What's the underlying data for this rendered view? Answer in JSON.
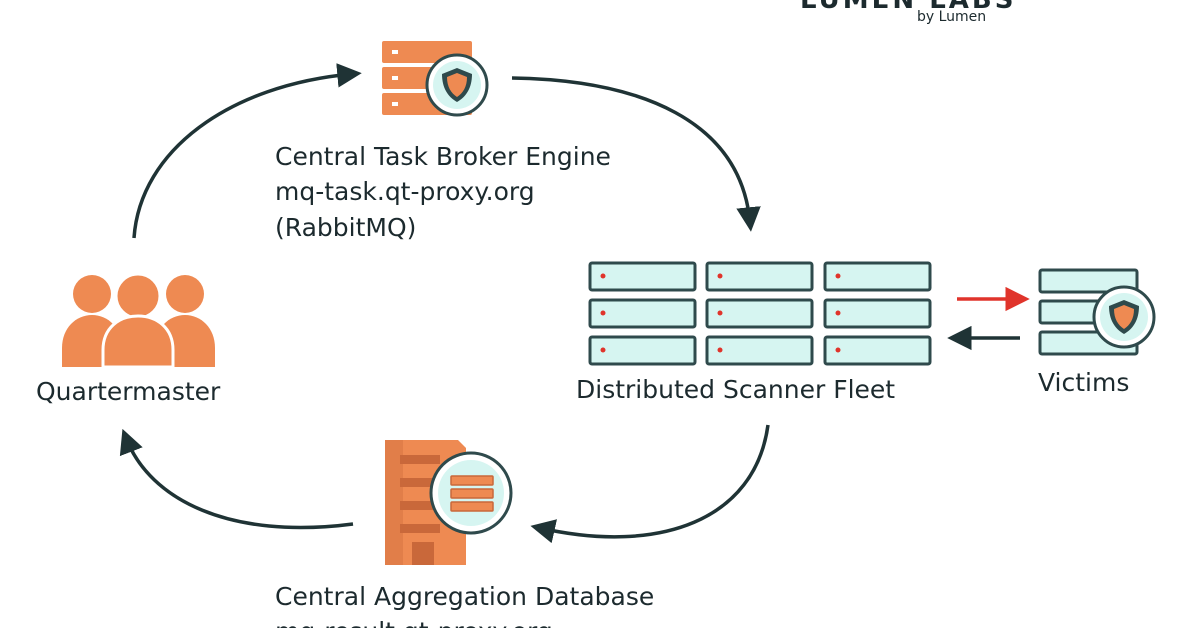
{
  "brand": {
    "name": "LUMEN LABS",
    "tagline": "by Lumen"
  },
  "nodes": {
    "broker": {
      "title": "Central Task Broker Engine",
      "host": "mq-task.qt-proxy.org",
      "tech": "(RabbitMQ)",
      "icon": "server-shield-icon"
    },
    "quartermaster": {
      "title": "Quartermaster",
      "icon": "users-group-icon"
    },
    "scanner": {
      "title": "Distributed Scanner Fleet",
      "icon": "server-grid-icon"
    },
    "victims": {
      "title": "Victims",
      "icon": "server-shield-icon"
    },
    "database": {
      "title": "Central Aggregation Database",
      "host": "mq-result.qt-proxy.org",
      "icon": "database-building-icon"
    }
  },
  "colors": {
    "orange": "#ee8a52",
    "orange_dark": "#c9683a",
    "teal_fill": "#d6f5f1",
    "teal_stroke": "#2f4a4c",
    "arrow_dark": "#1f3335",
    "arrow_red": "#e0342b"
  }
}
